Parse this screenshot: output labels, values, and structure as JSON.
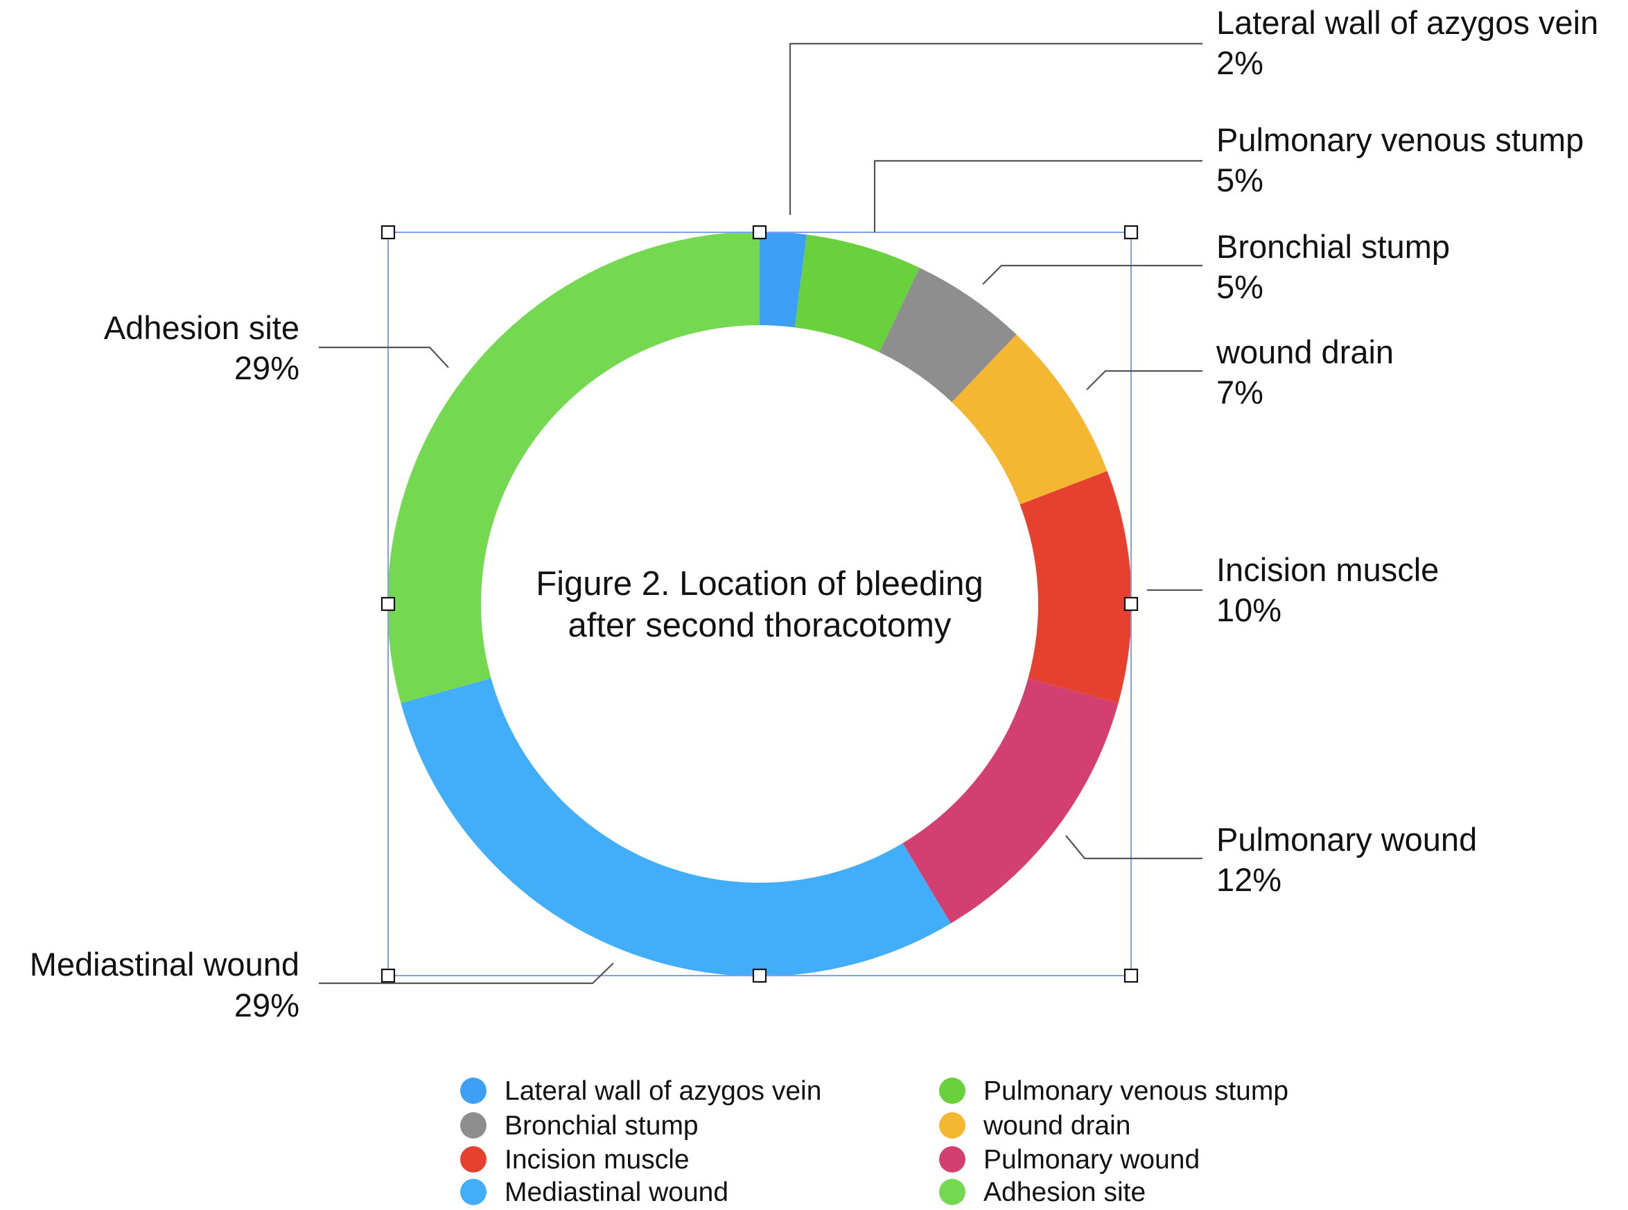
{
  "chart_data": {
    "type": "pie",
    "style": "donut",
    "center_title_lines": [
      "Figure 2. Location of bleeding",
      "after second thoracotomy"
    ],
    "slices": [
      {
        "name": "Lateral wall of azygos vein",
        "value": 2,
        "value_label": "2%",
        "color": "#3d9ff5"
      },
      {
        "name": "Pulmonary venous stump",
        "value": 5,
        "value_label": "5%",
        "color": "#68d13c"
      },
      {
        "name": "Bronchial stump",
        "value": 5,
        "value_label": "5%",
        "color": "#8e8e8e"
      },
      {
        "name": "wound drain",
        "value": 7,
        "value_label": "7%",
        "color": "#f5b731"
      },
      {
        "name": "Incision muscle",
        "value": 10,
        "value_label": "10%",
        "color": "#e6402f"
      },
      {
        "name": "Pulmonary wound",
        "value": 12,
        "value_label": "12%",
        "color": "#d43f72"
      },
      {
        "name": "Mediastinal wound",
        "value": 29,
        "value_label": "29%",
        "color": "#42adf9"
      },
      {
        "name": "Adhesion site",
        "value": 29,
        "value_label": "29%",
        "color": "#74d851"
      }
    ],
    "legend_position": "bottom",
    "legend_columns": 2
  }
}
